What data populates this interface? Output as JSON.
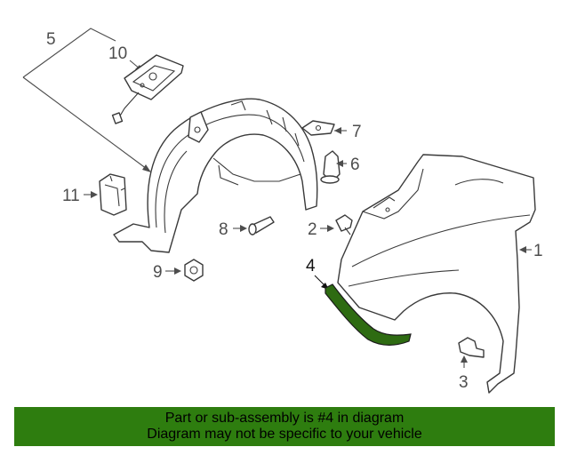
{
  "diagram": {
    "callouts": {
      "c1": "1",
      "c2": "2",
      "c3": "3",
      "c4": "4",
      "c5": "5",
      "c6": "6",
      "c7": "7",
      "c8": "8",
      "c9": "9",
      "c10": "10",
      "c11": "11"
    },
    "highlight_color": "#2e6b12"
  },
  "banner": {
    "line1": "Part or sub-assembly is #4 in diagram",
    "line2": "Diagram may not be specific to your vehicle",
    "background": "#2e7d0f"
  }
}
